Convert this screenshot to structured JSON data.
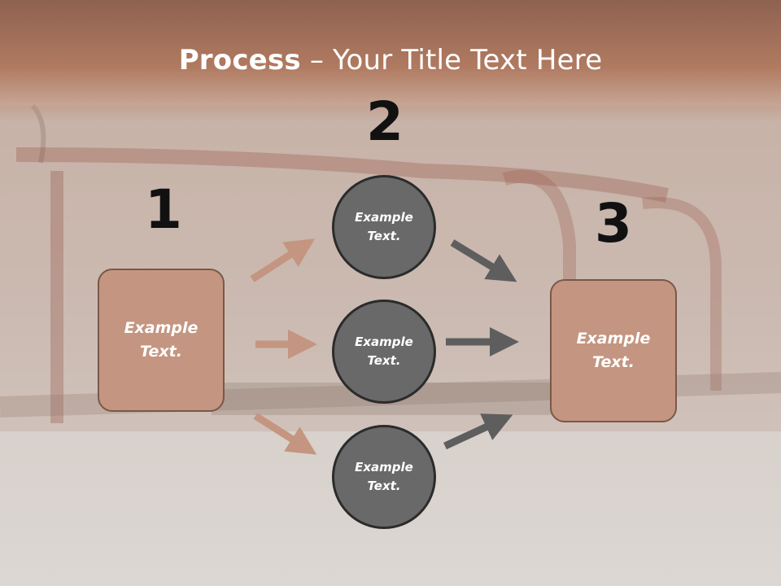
{
  "title": {
    "bold": "Process",
    "rest": " – Your Title Text Here"
  },
  "steps": [
    {
      "number": "1"
    },
    {
      "number": "2"
    },
    {
      "number": "3"
    }
  ],
  "left_box": {
    "text": "Example Text."
  },
  "circles": [
    {
      "text": "Example Text."
    },
    {
      "text": "Example Text."
    },
    {
      "text": "Example Text."
    }
  ],
  "right_box": {
    "text": "Example Text."
  },
  "colors": {
    "box_fill": "#c49580",
    "box_border": "#7a5848",
    "circle_fill": "#696969",
    "circle_border": "#2b2b2b",
    "arrow_left": "#c49580",
    "arrow_right": "#5e5e5e",
    "title_band": "#a87560"
  }
}
